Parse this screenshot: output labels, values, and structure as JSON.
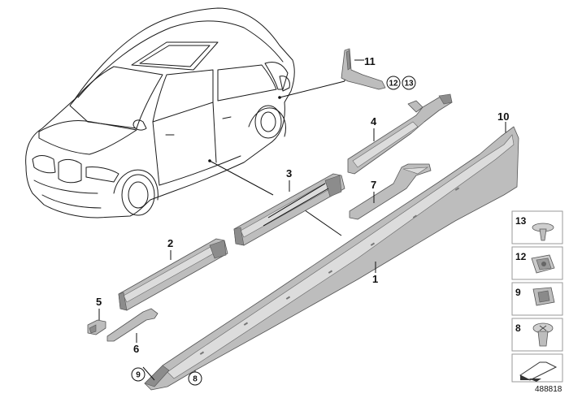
{
  "diagram": {
    "id": "488818",
    "callouts": [
      {
        "key": "c1",
        "text": "1"
      },
      {
        "key": "c2",
        "text": "2"
      },
      {
        "key": "c3",
        "text": "3"
      },
      {
        "key": "c4",
        "text": "4"
      },
      {
        "key": "c5",
        "text": "5"
      },
      {
        "key": "c6",
        "text": "6"
      },
      {
        "key": "c7",
        "text": "7"
      },
      {
        "key": "c10",
        "text": "10"
      },
      {
        "key": "c11",
        "text": "11"
      }
    ],
    "circled_callouts": [
      {
        "key": "c12",
        "text": "12"
      },
      {
        "key": "c13",
        "text": "13"
      },
      {
        "key": "c9",
        "text": "9"
      },
      {
        "key": "c8",
        "text": "8"
      }
    ],
    "legend": [
      {
        "text": "13",
        "icon": "push-rivet-icon"
      },
      {
        "text": "12",
        "icon": "clip-nut-icon"
      },
      {
        "text": "9",
        "icon": "expanding-clip-icon"
      },
      {
        "text": "8",
        "icon": "expanding-rivet-icon"
      },
      {
        "text": "",
        "icon": "arrow-symbol-icon"
      }
    ]
  }
}
